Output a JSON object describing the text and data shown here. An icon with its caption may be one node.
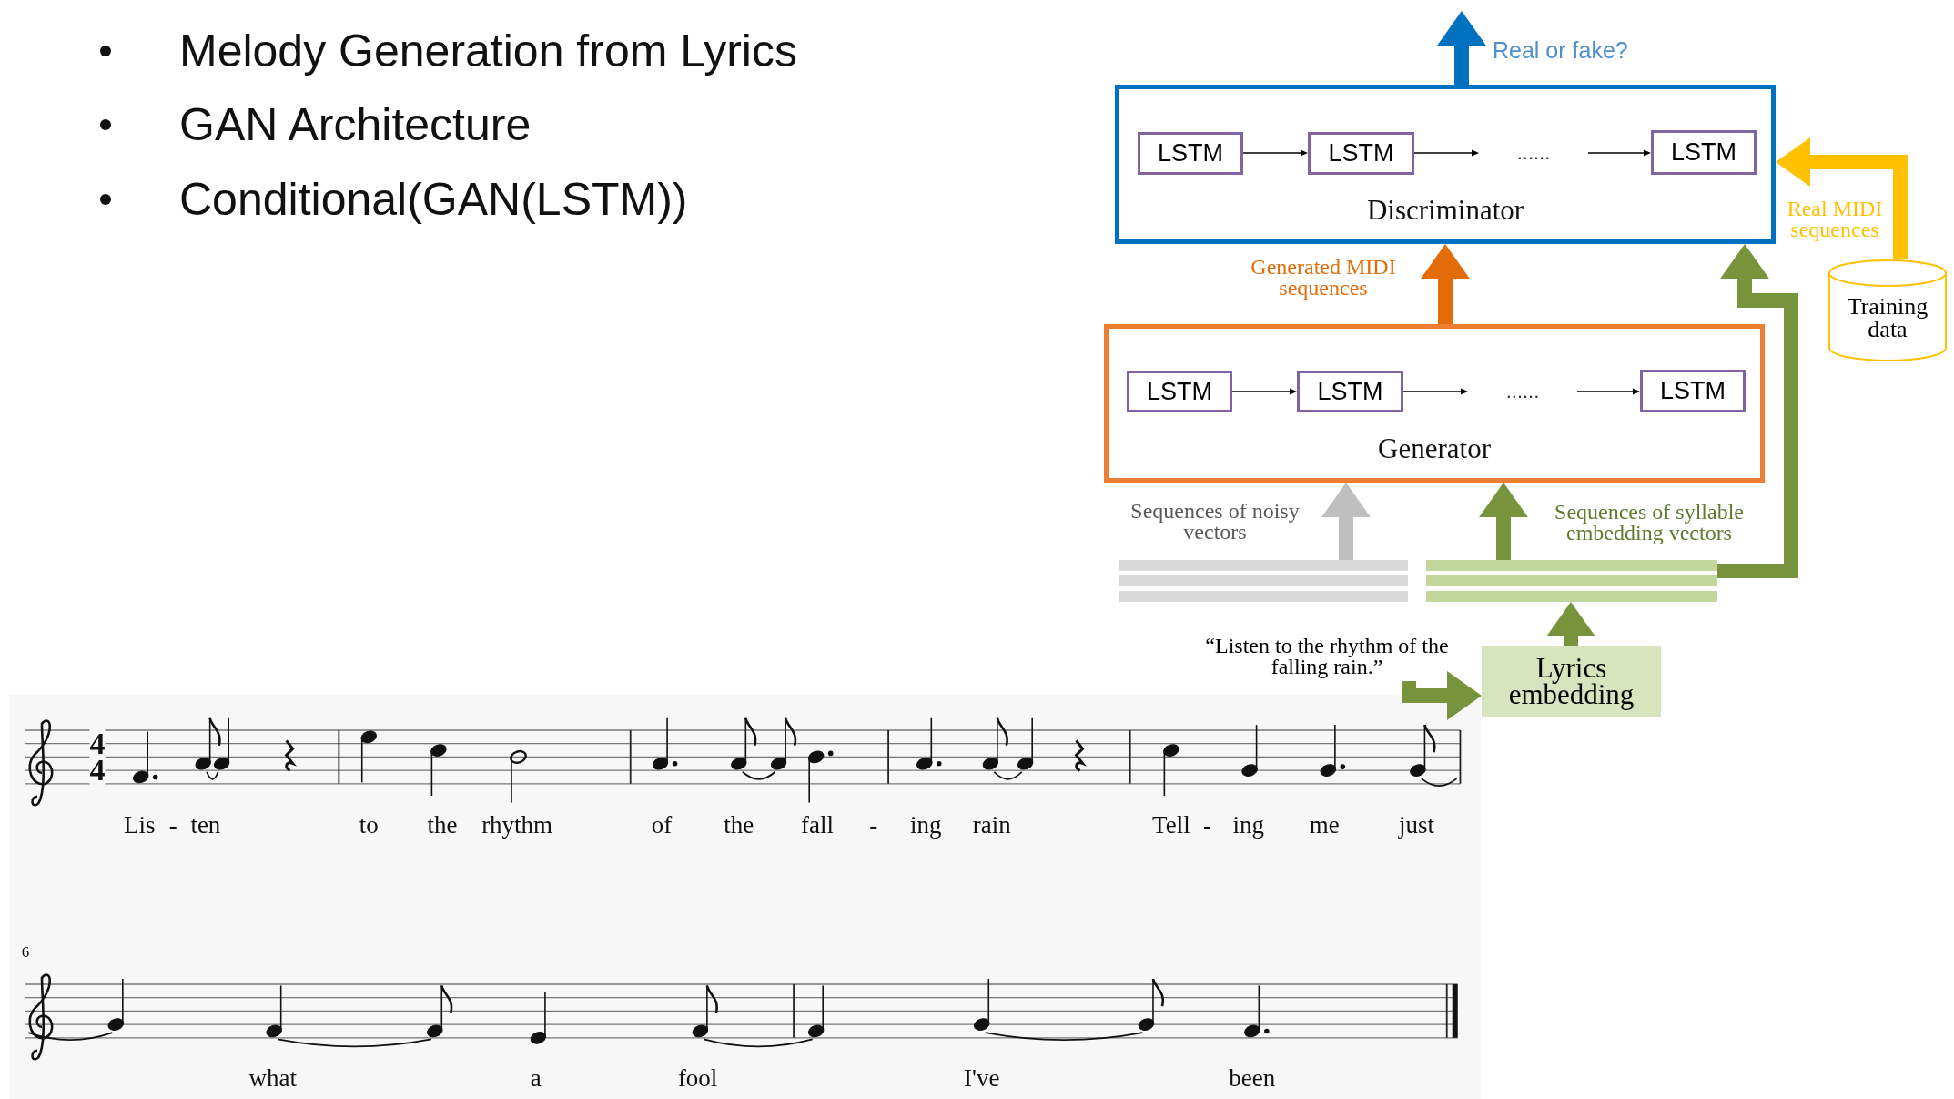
{
  "diagram": {
    "nodes": [
      {
        "text": [
          "Discriminator"
        ]
      },
      {
        "text": [
          "LSTM"
        ],
        "in": 0
      },
      {
        "text": [
          "LSTM"
        ],
        "in": 0
      },
      {
        "text": [
          "LSTM"
        ],
        "in": 0
      },
      {
        "text": [
          "......"
        ],
        "in": 0
      },
      {
        "text": [
          "Generator"
        ]
      },
      {
        "text": [
          "LSTM"
        ],
        "in": 5
      },
      {
        "text": [
          "LSTM"
        ],
        "in": 5
      },
      {
        "text": [
          "......"
        ],
        "in": 5
      },
      {
        "text": [
          "LSTM"
        ],
        "in": 5
      },
      {
        "text": [
          "Training data"
        ]
      },
      {
        "text": [],
        "shape": "bar"
      },
      {
        "text": [],
        "shape": "bar"
      },
      {
        "text": [
          "Lyrics embedding"
        ]
      },
      {
        "text": [
          "“Listen to the rhythm of the falling rain.”"
        ]
      }
    ],
    "edges": [
      {
        "from": 1,
        "to": 2,
        "arrow": "to"
      },
      {
        "from": 2,
        "to": 4,
        "arrow": "to"
      },
      {
        "from": 4,
        "to": 3,
        "arrow": "to"
      },
      {
        "from": 6,
        "to": 7,
        "arrow": "to"
      },
      {
        "from": 7,
        "to": 8,
        "arrow": "to"
      },
      {
        "from": 8,
        "to": 9,
        "arrow": "to"
      },
      {
        "from": 5,
        "to": 0,
        "arrow": "to",
        "label": "Generated MIDI sequences",
        "color": "#e36c09"
      },
      {
        "from": 0,
        "to": null,
        "arrow": "to",
        "label": "Real or fake?",
        "color": "#0070c0"
      },
      {
        "from": 10,
        "to": 0,
        "arrow": "to",
        "label": "Real MIDI sequences",
        "color": "#ffc000"
      },
      {
        "from": 11,
        "to": 5,
        "arrow": "to",
        "label": "Sequences of noisy vectors",
        "color": "#bfbfbf"
      },
      {
        "from": 12,
        "to": 5,
        "arrow": "to",
        "label": "Sequences of syllable embedding vectors",
        "color": "#77933c"
      },
      {
        "from": 12,
        "to": 0,
        "arrow": "to",
        "color": "#77933c"
      },
      {
        "from": 13,
        "to": 12,
        "arrow": "to",
        "color": "#77933c"
      },
      {
        "from": 14,
        "to": 13,
        "arrow": "to",
        "color": "#77933c"
      }
    ],
    "labels": [
      "Melody Generation from Lyrics",
      "GAN Architecture",
      "Conditional(GAN(LSTM))",
      "4",
      "4",
      "Lis",
      "-",
      "ten",
      "to",
      "the",
      "rhythm",
      "of",
      "the",
      "fall",
      "-",
      "ing",
      "rain",
      "Tell",
      "-",
      "ing",
      "me",
      "just",
      "6",
      "what",
      "a",
      "fool",
      "I've",
      "been"
    ]
  }
}
